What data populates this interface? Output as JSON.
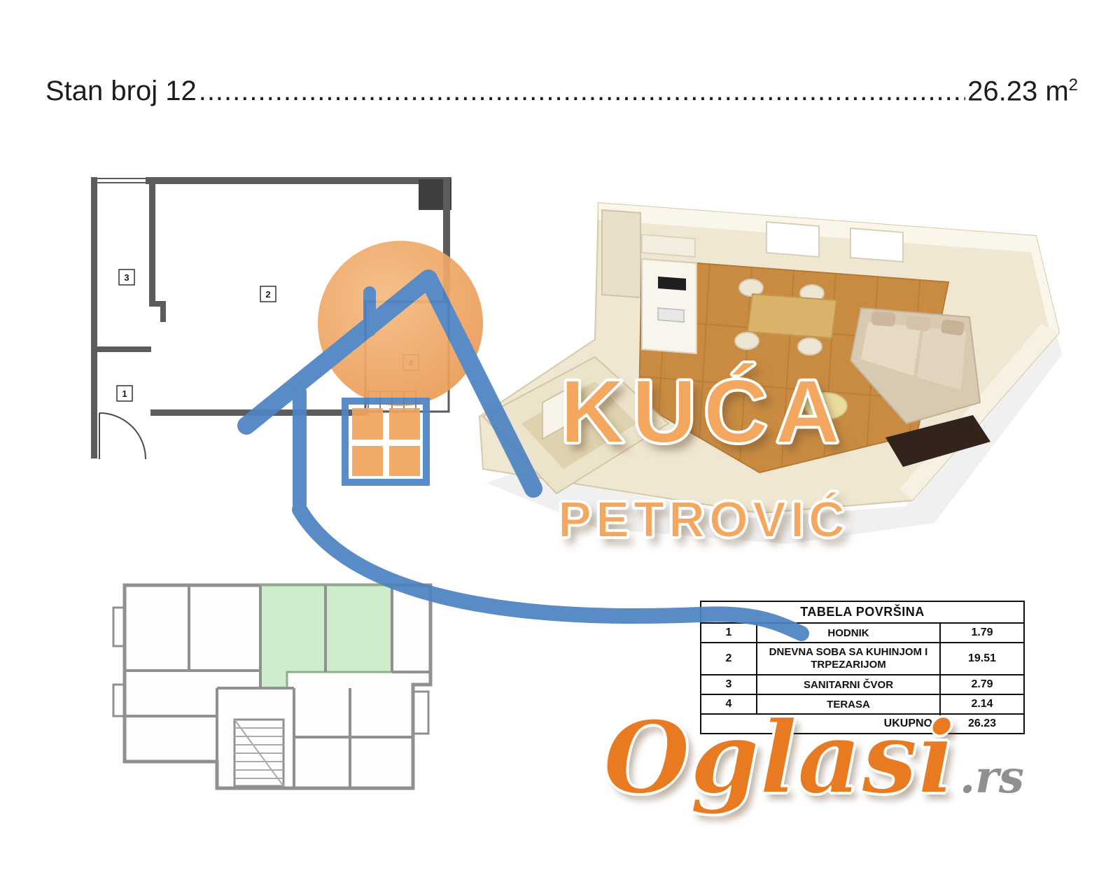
{
  "header": {
    "title": "Stan broj 12",
    "leader_dots": "....................................................................................................................",
    "area_value": "26.23 m",
    "area_exponent": "2"
  },
  "plan2d": {
    "labels": {
      "hodnik": "1",
      "dnevna": "2",
      "sanitarni": "3",
      "terasa": "4"
    }
  },
  "brand": {
    "name_line1": "KUĆA",
    "name_line2": "PETROVIĆ"
  },
  "areas_table": {
    "title": "TABELA POVRŠINA",
    "rows": [
      {
        "num": "1",
        "name": "HODNIK",
        "area": "1.79"
      },
      {
        "num": "2",
        "name": "DNEVNA SOBA SA KUHINJOM I TRPEZARIJOM",
        "area": "19.51"
      },
      {
        "num": "3",
        "name": "SANITARNI ČVOR",
        "area": "2.79"
      },
      {
        "num": "4",
        "name": "TERASA",
        "area": "2.14"
      }
    ],
    "total_label": "UKUPNO",
    "total_area": "26.23"
  },
  "watermark_site": {
    "name": "Oglasi",
    "tld": ".rs"
  },
  "colors": {
    "accent_blue": "#4d83c3",
    "brand_orange": "#f3a75f",
    "oglasi_orange": "#e87a22",
    "highlight_green": "#cfeccd",
    "row2_blue": "#1553c0",
    "wall_gray": "#5c5c5c",
    "wood_floor": "#c88b41"
  }
}
